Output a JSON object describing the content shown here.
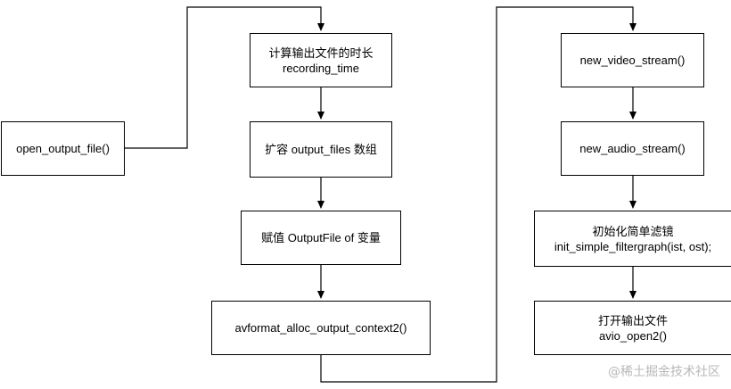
{
  "nodes": {
    "open_output_file": {
      "lines": [
        "open_output_file()"
      ]
    },
    "recording_time": {
      "lines": [
        "计算输出文件的时长",
        "recording_time"
      ]
    },
    "expand_output_files": {
      "lines": [
        "扩容 output_files 数组"
      ]
    },
    "assign_outputfile": {
      "lines": [
        "赋值 OutputFile of 变量"
      ]
    },
    "avformat_alloc": {
      "lines": [
        "avformat_alloc_output_context2()"
      ]
    },
    "new_video_stream": {
      "lines": [
        "new_video_stream()"
      ]
    },
    "new_audio_stream": {
      "lines": [
        "new_audio_stream()"
      ]
    },
    "init_filtergraph": {
      "lines": [
        "初始化简单滤镜",
        "init_simple_filtergraph(ist, ost);"
      ]
    },
    "avio_open": {
      "lines": [
        "打开输出文件",
        "avio_open2()"
      ]
    }
  },
  "watermark": "@稀土掘金技术社区"
}
